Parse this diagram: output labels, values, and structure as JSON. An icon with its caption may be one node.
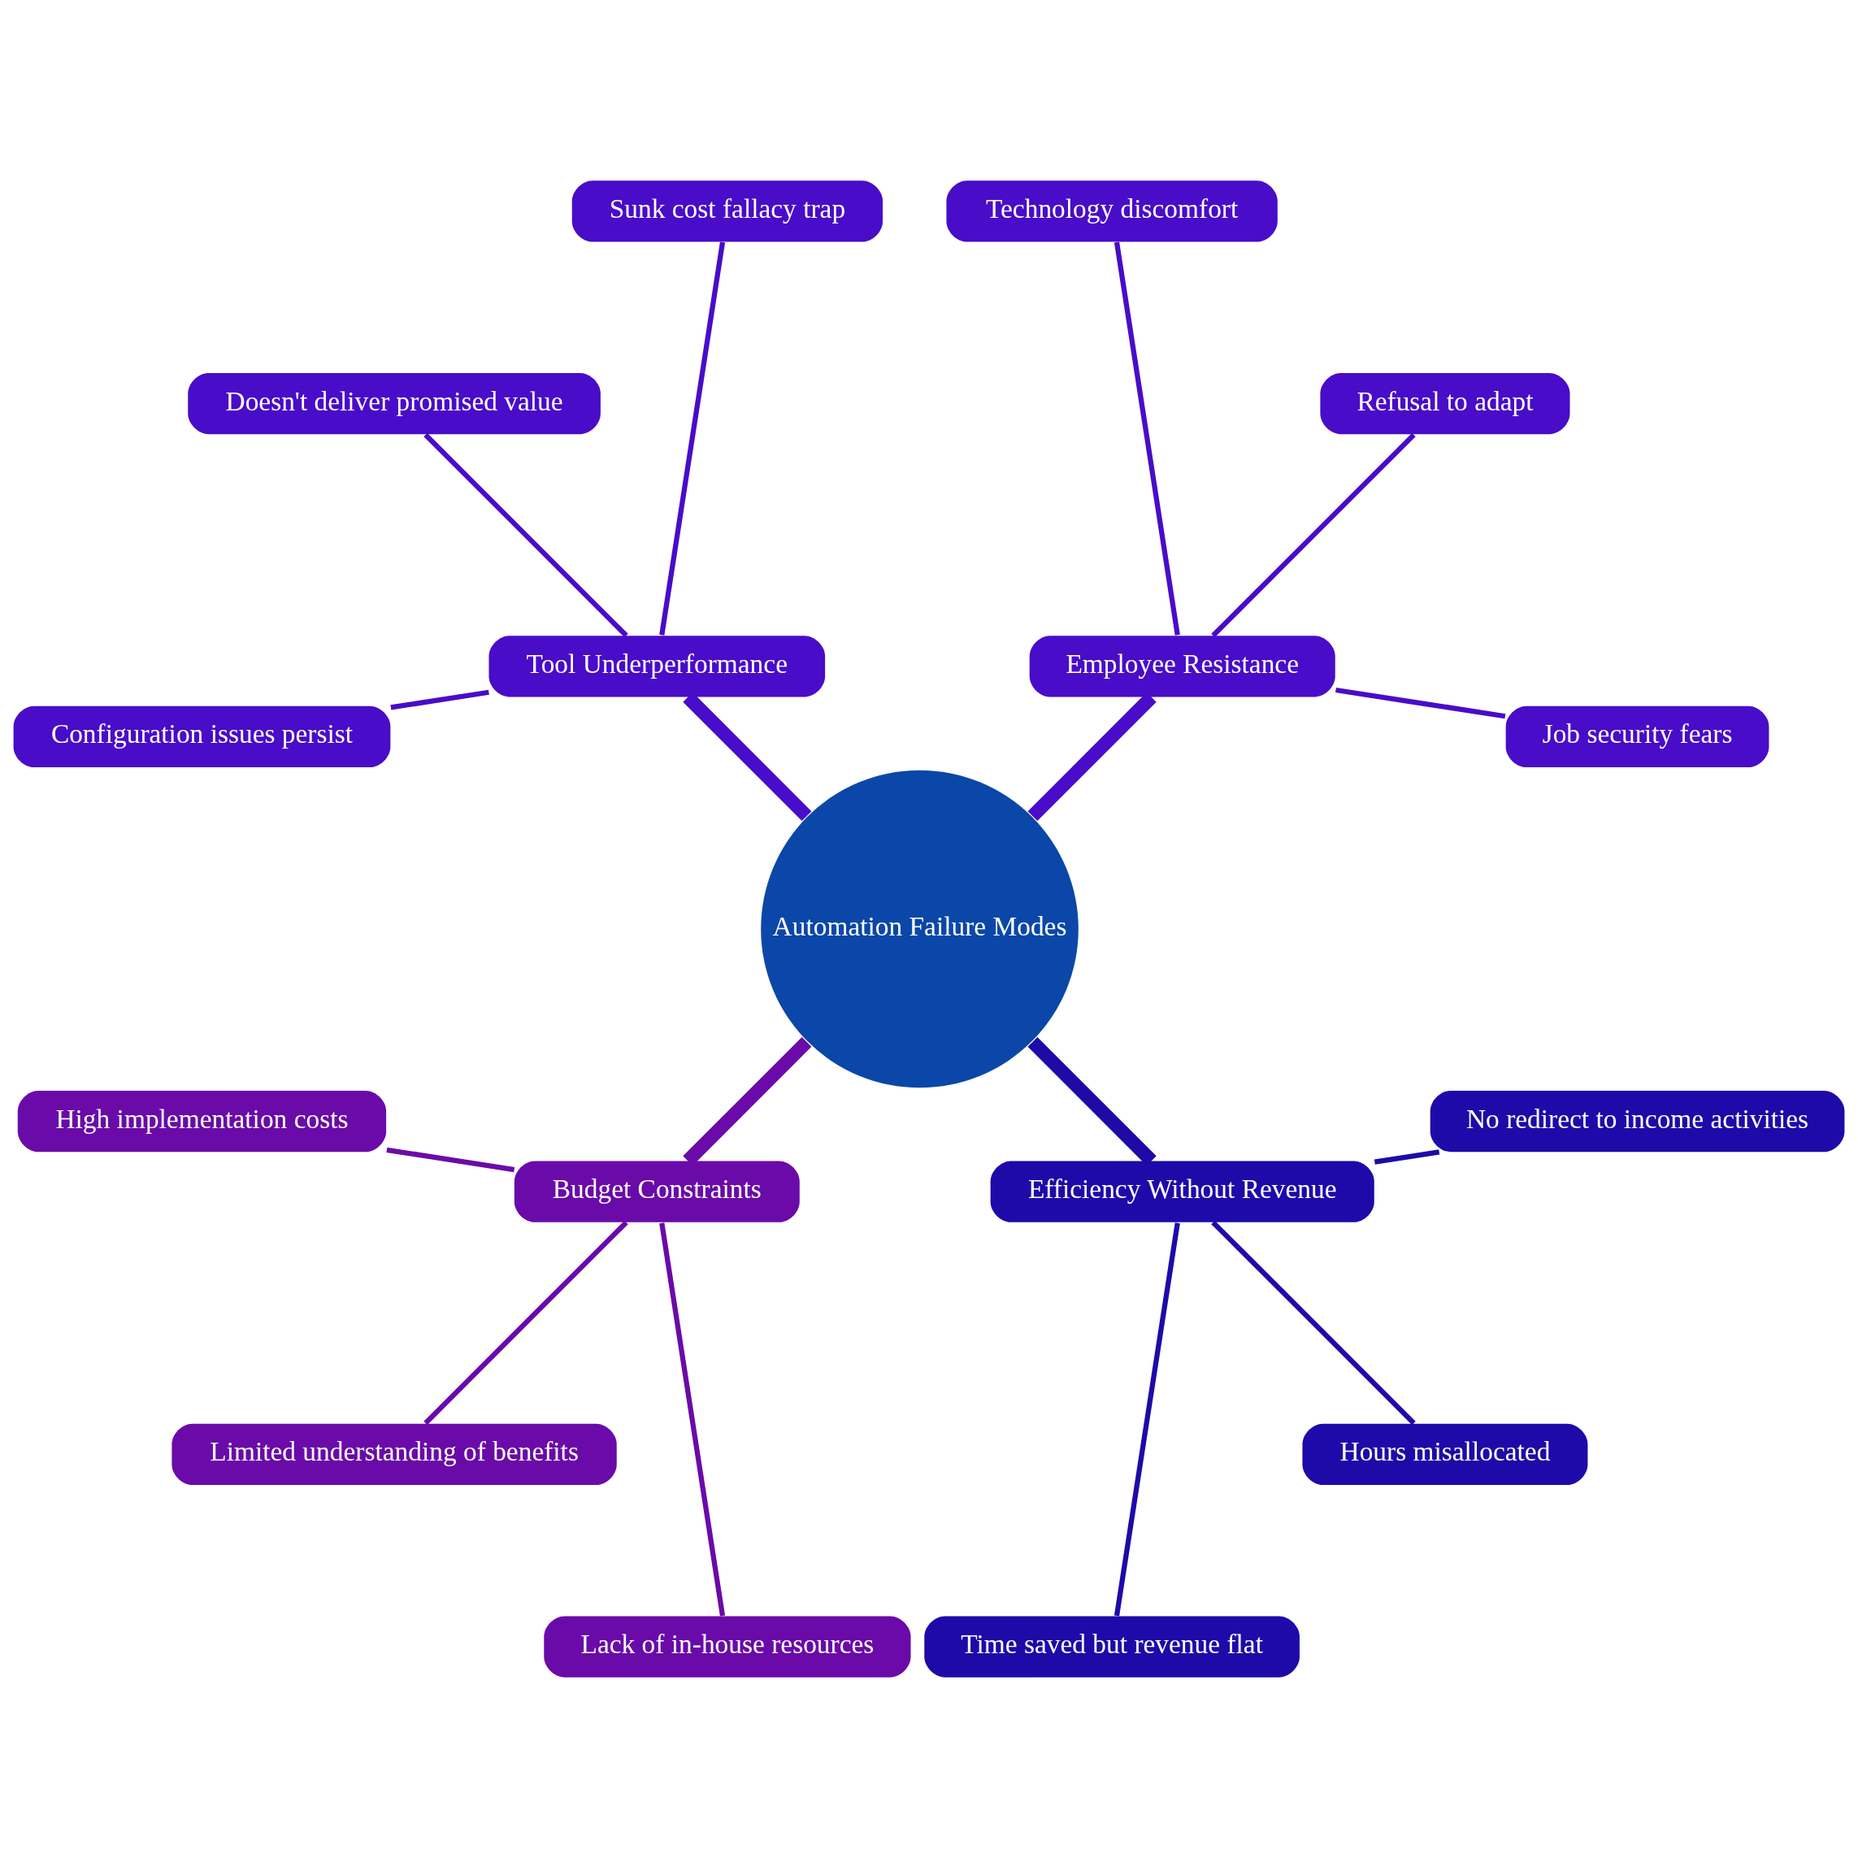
{
  "diagram": {
    "nodes": [
      {
        "text": [
          "Automation Failure Modes"
        ]
      },
      {
        "text": [
          "Employee Resistance"
        ]
      },
      {
        "text": [
          "Job security fears"
        ]
      },
      {
        "text": [
          "Refusal to adapt"
        ]
      },
      {
        "text": [
          "Technology discomfort"
        ]
      },
      {
        "text": [
          "Tool Underperformance"
        ]
      },
      {
        "text": [
          "Sunk cost fallacy trap"
        ]
      },
      {
        "text": [
          "Doesn't deliver promised value"
        ]
      },
      {
        "text": [
          "Configuration issues persist"
        ]
      },
      {
        "text": [
          "Budget Constraints"
        ]
      },
      {
        "text": [
          "High implementation costs"
        ]
      },
      {
        "text": [
          "Limited understanding of benefits"
        ]
      },
      {
        "text": [
          "Lack of in-house resources"
        ]
      },
      {
        "text": [
          "Efficiency Without Revenue"
        ]
      },
      {
        "text": [
          "Time saved but revenue flat"
        ]
      },
      {
        "text": [
          "Hours misallocated"
        ]
      },
      {
        "text": [
          "No redirect to income activities"
        ]
      }
    ],
    "edges": [
      {
        "from": 0,
        "to": 1,
        "arrow": "none",
        "style": "thick"
      },
      {
        "from": 1,
        "to": 2,
        "arrow": "none"
      },
      {
        "from": 1,
        "to": 3,
        "arrow": "none"
      },
      {
        "from": 1,
        "to": 4,
        "arrow": "none"
      },
      {
        "from": 0,
        "to": 5,
        "arrow": "none",
        "style": "thick"
      },
      {
        "from": 5,
        "to": 6,
        "arrow": "none"
      },
      {
        "from": 5,
        "to": 7,
        "arrow": "none"
      },
      {
        "from": 5,
        "to": 8,
        "arrow": "none"
      },
      {
        "from": 0,
        "to": 9,
        "arrow": "none",
        "style": "thick",
        "color": "#6a0aa8"
      },
      {
        "from": 9,
        "to": 10,
        "arrow": "none",
        "color": "#6a0aa8"
      },
      {
        "from": 9,
        "to": 11,
        "arrow": "none",
        "color": "#6a0aa8"
      },
      {
        "from": 9,
        "to": 12,
        "arrow": "none",
        "color": "#6a0aa8"
      },
      {
        "from": 0,
        "to": 13,
        "arrow": "none",
        "style": "thick",
        "color": "#1e0aa8"
      },
      {
        "from": 13,
        "to": 14,
        "arrow": "none",
        "color": "#1e0aa8"
      },
      {
        "from": 13,
        "to": 15,
        "arrow": "none",
        "color": "#1e0aa8"
      },
      {
        "from": 13,
        "to": 16,
        "arrow": "none",
        "color": "#1e0aa8"
      }
    ]
  }
}
